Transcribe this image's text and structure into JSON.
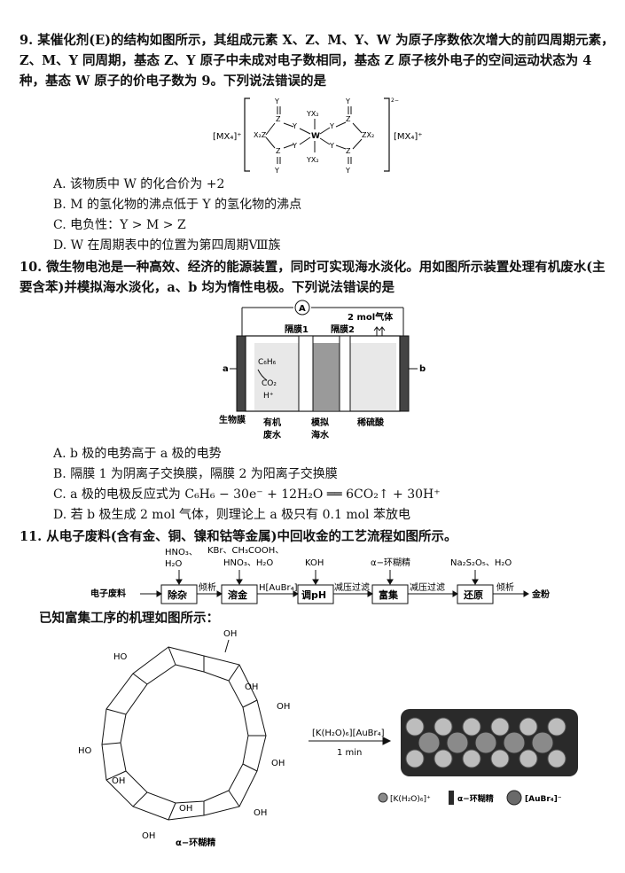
{
  "q9": {
    "number": "9.",
    "stem": "某催化剂(E)的结构如图所示，其组成元素 X、Z、M、Y、W 为原子序数依次增大的前四周期元素，Z、M、Y 同周期，基态 Z、Y 原子中未成对电子数相同，基态 Z 原子核外电子的空间运动状态为 4 种，基态 W 原子的价电子数为 9。下列说法错误的是",
    "figure": {
      "left_cation": "[MX₄]⁺",
      "right_cation": "[MX₄]⁺",
      "charge": "2−",
      "labels": [
        "Y",
        "Z",
        "Y",
        "X₂Z",
        "Z",
        "Y",
        "W",
        "YX₂",
        "YX₂",
        "Y",
        "Z",
        "ZX₂",
        "Z",
        "Y"
      ]
    },
    "options": [
      "A. 该物质中 W 的化合价为 +2",
      "B. M 的氢化物的沸点低于 Y 的氢化物的沸点",
      "C. 电负性：Y > M > Z",
      "D. W 在周期表中的位置为第四周期Ⅷ族"
    ]
  },
  "q10": {
    "number": "10.",
    "stem": "微生物电池是一种高效、经济的能源装置，同时可实现海水淡化。用如图所示装置处理有机废水(主要含苯)并模拟海水淡化，a、b 均为惰性电极。下列说法错误的是",
    "figure": {
      "ammeter": "A",
      "gas": "2 mol气体",
      "membrane1": "隔膜1",
      "membrane2": "隔膜2",
      "electrode_a": "a",
      "electrode_b": "b",
      "c6h6": "C₆H₆",
      "co2": "CO₂",
      "hplus": "H⁺",
      "biofilm": "生物膜",
      "organic_water_1": "有机",
      "organic_water_2": "废水",
      "seawater_1": "模拟",
      "seawater_2": "海水",
      "acid": "稀硫酸"
    },
    "options": [
      "A. b 极的电势高于 a 极的电势",
      "B. 隔膜 1 为阴离子交换膜，隔膜 2 为阳离子交换膜",
      "C. a 极的电极反应式为 C₆H₆ − 30e⁻ + 12H₂O ══ 6CO₂↑ + 30H⁺",
      "D. 若 b 极生成 2 mol 气体，则理论上 a 极只有 0.1 mol 苯放电"
    ]
  },
  "q11": {
    "number": "11.",
    "stem": "从电子废料(含有金、铜、镍和钴等金属)中回收金的工艺流程如图所示。",
    "flow": {
      "reagent1": [
        "HNO₃、",
        "H₂O"
      ],
      "reagent2": [
        "KBr、CH₃COOH、",
        "HNO₃、H₂O"
      ],
      "reagent3": "KOH",
      "reagent4": "α−环糊精",
      "reagent5": "Na₂S₂O₅、H₂O",
      "start": "电子废料",
      "box1": "除杂",
      "arrow1": "倾析",
      "box2": "溶金",
      "arrow2": "H[AuBr₄]",
      "box3": "调pH",
      "arrow3": "减压过滤",
      "box4": "富集",
      "arrow4": "减压过滤",
      "box5": "还原",
      "arrow5": "倾析",
      "end": "金粉"
    },
    "note": "已知富集工序的机理如图所示：",
    "mechanism": {
      "reaction_top": "[K(H₂O)₆][AuBr₄]",
      "reaction_bottom": "1 min",
      "molecule_label": "α−环糊精",
      "legend1": "[K(H₂O)₆]⁺",
      "legend2": "α−环糊精",
      "legend3": "[AuBr₄]⁻",
      "oh": "OH",
      "ho": "HO"
    }
  }
}
